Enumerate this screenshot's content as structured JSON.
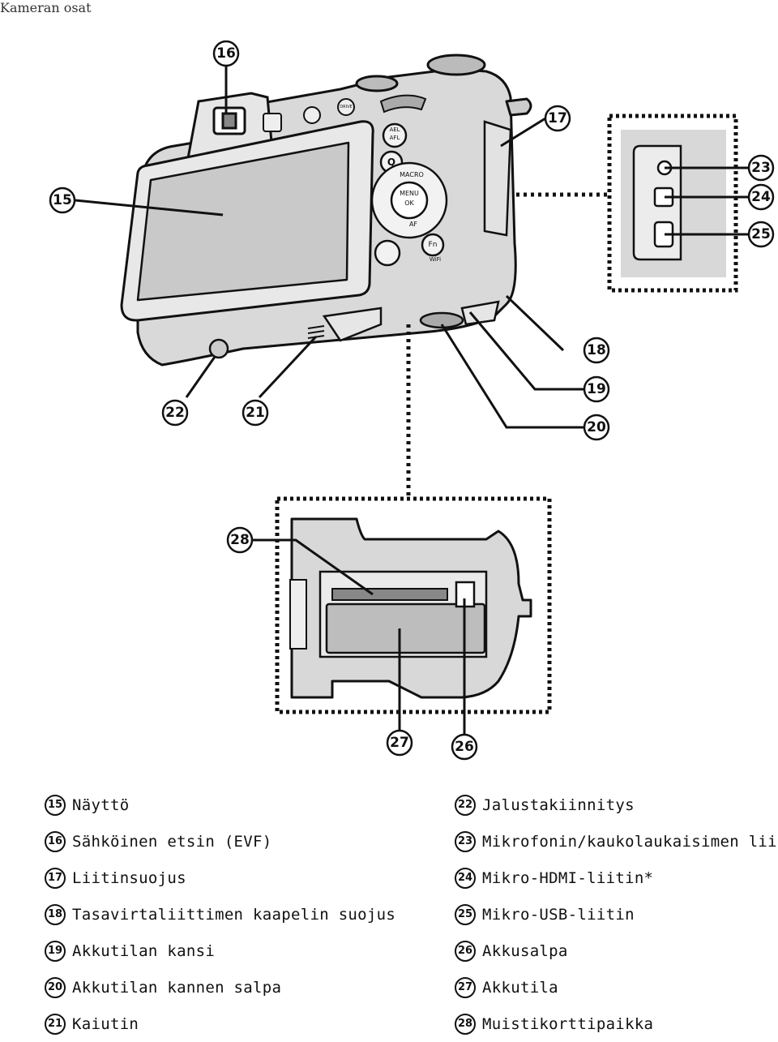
{
  "page_heading": "Kameran osat",
  "legend_left": [
    {
      "num": "15",
      "label": "Näyttö"
    },
    {
      "num": "16",
      "label": "Sähköinen etsin (EVF)"
    },
    {
      "num": "17",
      "label": "Liitinsuojus"
    },
    {
      "num": "18",
      "label": "Tasavirtaliittimen kaapelin suojus"
    },
    {
      "num": "19",
      "label": "Akkutilan kansi"
    },
    {
      "num": "20",
      "label": "Akkutilan kannen salpa"
    },
    {
      "num": "21",
      "label": "Kaiutin"
    }
  ],
  "legend_right": [
    {
      "num": "22",
      "label": "Jalustakiinnitys"
    },
    {
      "num": "23",
      "label": "Mikrofonin/kaukolaukaisimen liitin"
    },
    {
      "num": "24",
      "label": "Mikro-HDMI-liitin*"
    },
    {
      "num": "25",
      "label": "Mikro-USB-liitin"
    },
    {
      "num": "26",
      "label": "Akkusalpa"
    },
    {
      "num": "27",
      "label": "Akkutila"
    },
    {
      "num": "28",
      "label": "Muistikorttipaikka"
    }
  ],
  "camera_buttons": {
    "macro": "MACRO",
    "menu": "MENU",
    "ok": "OK",
    "af": "AF",
    "ael": "AEL",
    "afl": "AFL",
    "q": "Q",
    "fn": "Fn",
    "wifi": "WiFi",
    "drive": "DRIVE"
  },
  "callouts": [
    "15",
    "16",
    "17",
    "18",
    "19",
    "20",
    "21",
    "22",
    "23",
    "24",
    "25",
    "26",
    "27",
    "28"
  ]
}
